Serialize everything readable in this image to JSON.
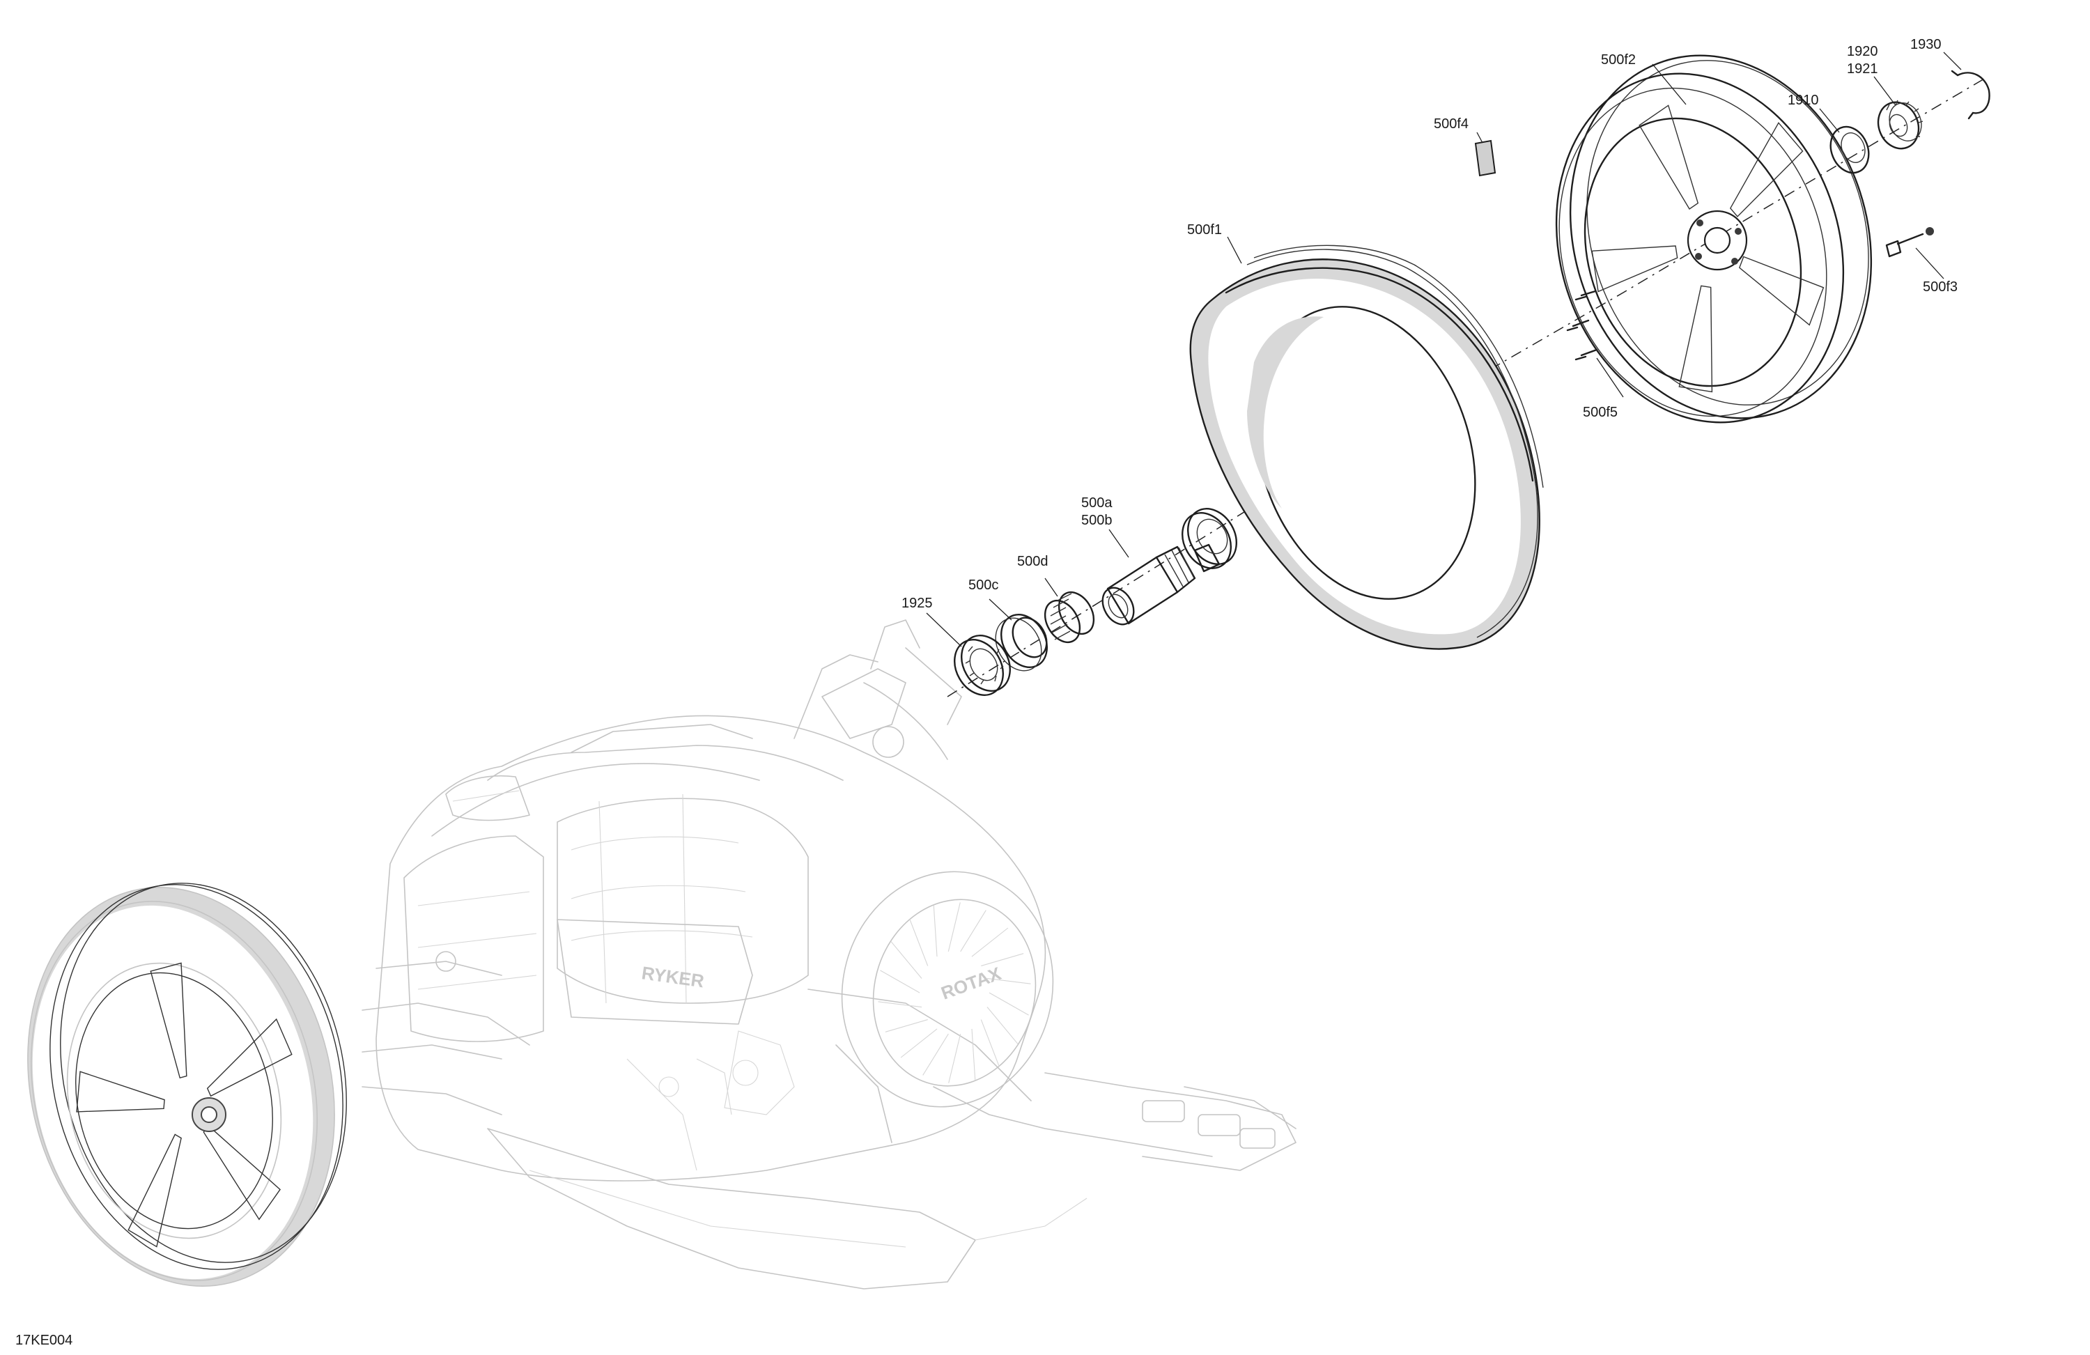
{
  "diagram": {
    "drawing_number": "17KE004",
    "callouts": {
      "c_500f2": "500f2",
      "c_1920": "1920",
      "c_1921": "1921",
      "c_1930": "1930",
      "c_1910": "1910",
      "c_500f4": "500f4",
      "c_500f1": "500f1",
      "c_500f3": "500f3",
      "c_500f5": "500f5",
      "c_500a": "500a",
      "c_500b": "500b",
      "c_500d": "500d",
      "c_500c": "500c",
      "c_1925": "1925"
    },
    "brand_marks": [
      "ROTAX",
      "RYKER"
    ]
  },
  "colors": {
    "line": "#1e1e1e",
    "ghost_line": "#c4c4c4",
    "tire_shade": "#d8d8d8",
    "background": "#ffffff"
  }
}
